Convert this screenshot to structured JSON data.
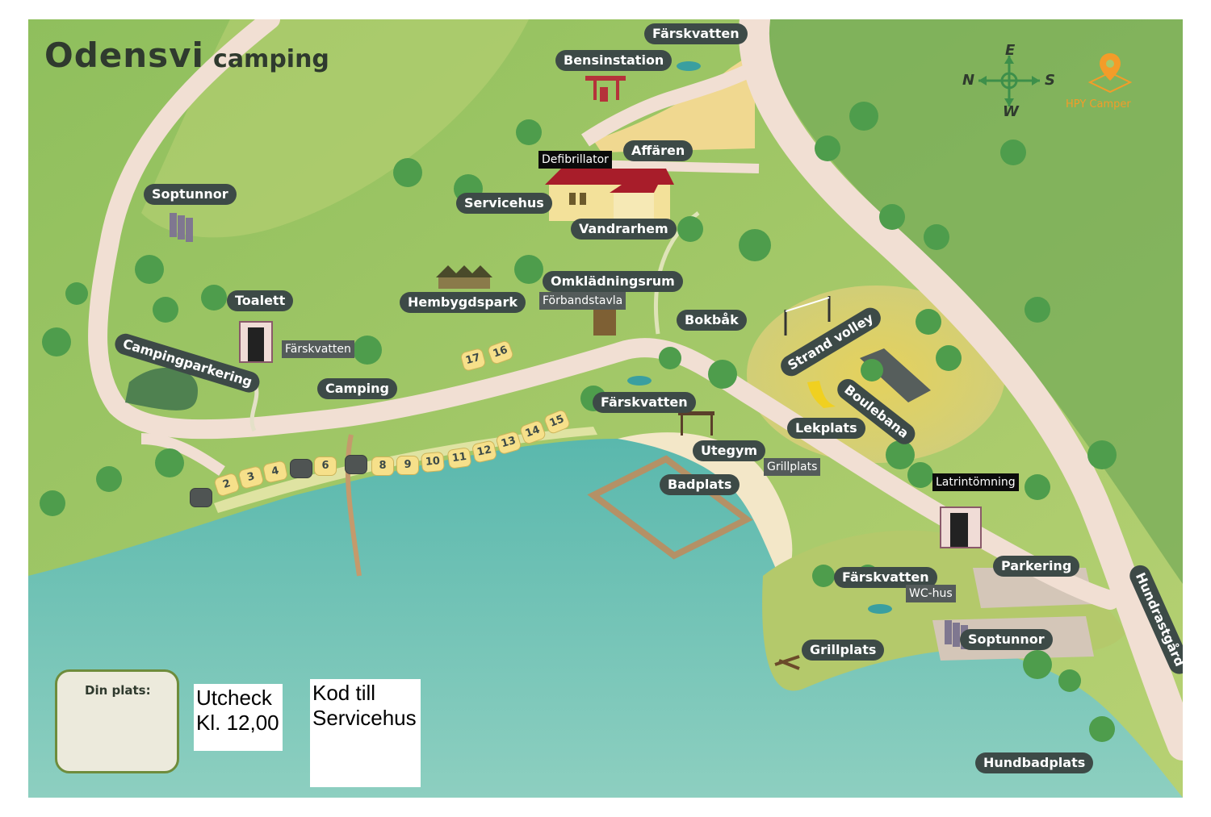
{
  "title": {
    "main": "Odensvi",
    "sub": "camping"
  },
  "compass": {
    "north": "N",
    "east": "E",
    "south": "S",
    "west": "W"
  },
  "brand": {
    "name": "HPY Camper",
    "color": "#f39c29",
    "icon": "location-pin-icon"
  },
  "colors": {
    "grass": "#a7c86a",
    "water": "#67bdb3",
    "road": "#f1dfd3",
    "label_bg": "#3d4a47",
    "sand": "#f1d98f"
  },
  "labels": {
    "farskvatten_top": "Färskvatten",
    "bensinstation": "Bensinstation",
    "affaren": "Affären",
    "defibrillator": "Defibrillator",
    "soptunnor_left": "Soptunnor",
    "servicehus": "Servicehus",
    "vandrarhem": "Vandrarhem",
    "omkladningsrum": "Omklädningsrum",
    "forbandstavla": "Förbandstavla",
    "hembygdspark": "Hembygdspark",
    "toalett": "Toalett",
    "campingparkering": "Campingparkering",
    "farskvatten_left": "Färskvatten",
    "camping": "Camping",
    "bokbak": "Bokbåk",
    "strand_volley": "Strand volley",
    "boulebana": "Boulebana",
    "lekplats": "Lekplats",
    "farskvatten_mid": "Färskvatten",
    "utegym": "Utegym",
    "grillplats_sign": "Grillplats",
    "badplats": "Badplats",
    "latrintomning": "Latrintömning",
    "parkering": "Parkering",
    "farskvatten_right": "Färskvatten",
    "wc_hus": "WC-hus",
    "soptunnor_right": "Soptunnor",
    "grillplats": "Grillplats",
    "hundrastgard": "Hundrastgård",
    "hundbadplats": "Hundbadplats"
  },
  "pitches": [
    "2",
    "3",
    "4",
    "",
    "6",
    "",
    "8",
    "9",
    "10",
    "11",
    "12",
    "13",
    "14",
    "15",
    "16",
    "17"
  ],
  "boxes": {
    "din_plats": "Din plats:",
    "utcheck_line1": "Utcheck",
    "utcheck_line2": "Kl. 12,00",
    "kod_line1": "Kod till",
    "kod_line2": "Servicehus"
  }
}
